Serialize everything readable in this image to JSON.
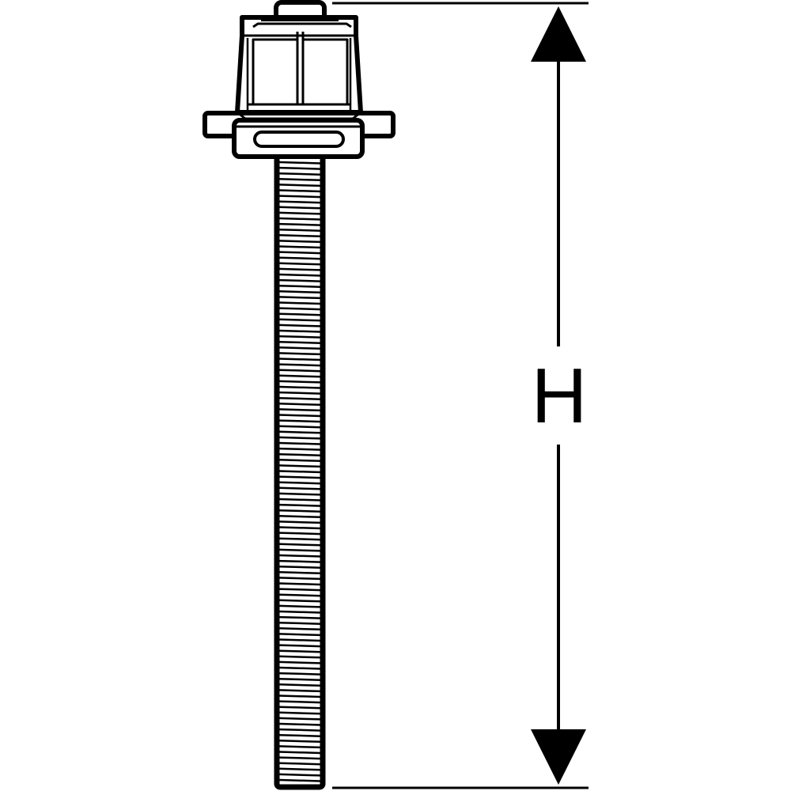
{
  "dimension": {
    "label": "H"
  },
  "colors": {
    "stroke": "#000000",
    "fill": "#ffffff"
  },
  "parts": [
    "screw-head",
    "flange",
    "threaded-rod",
    "dimension-line"
  ]
}
